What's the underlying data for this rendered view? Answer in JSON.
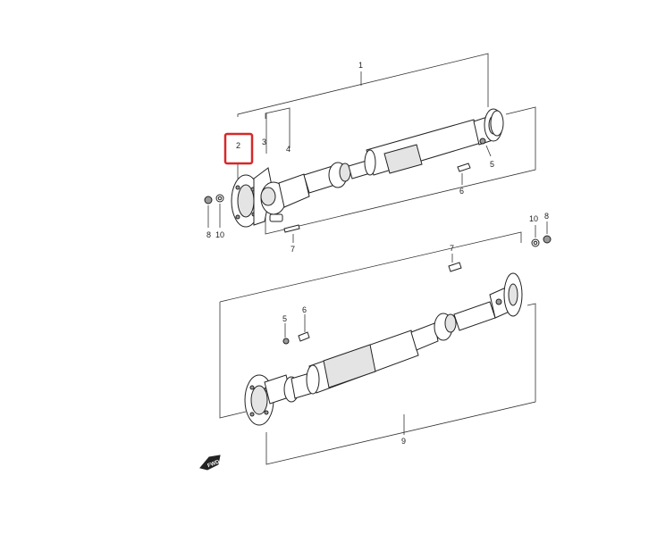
{
  "callouts": {
    "c1": "1",
    "c2": "2",
    "c3": "3",
    "c4": "4",
    "c5_top": "5",
    "c6_top": "6",
    "c7_top": "7",
    "c8_top": "8",
    "c10_top": "10",
    "c7_lower": "7",
    "c10_lower": "10",
    "c8_lower": "8",
    "c5_lower": "5",
    "c6_lower": "6",
    "c9": "9"
  },
  "badge": {
    "fwd_text": "FWD"
  },
  "highlight": {
    "target_callout": "2",
    "color": "#d62828"
  },
  "colors": {
    "line": "#333333",
    "part_fill": "#ffffff",
    "shade_fill": "#e4e4e4",
    "dark_fill": "#9a9a9a"
  }
}
